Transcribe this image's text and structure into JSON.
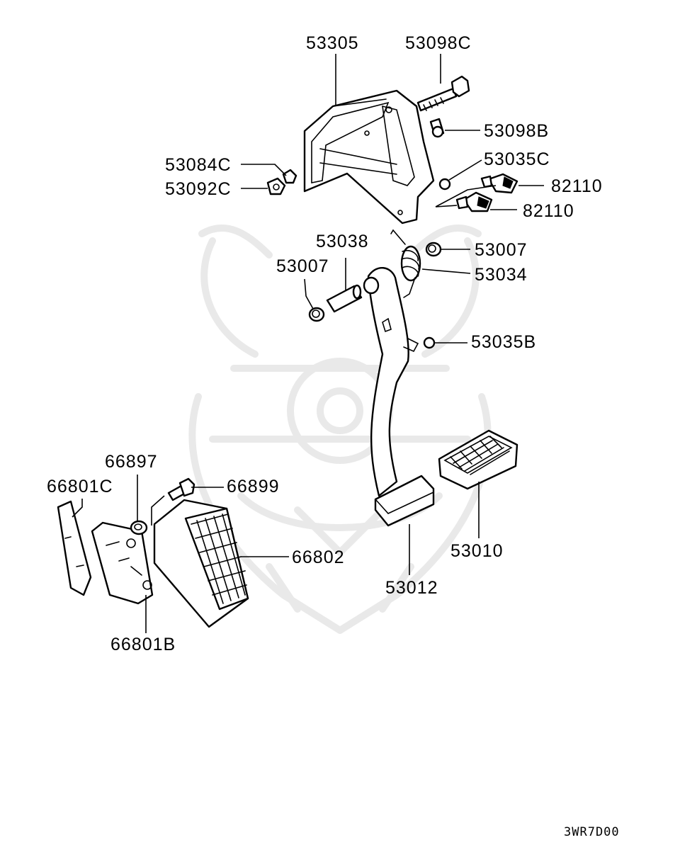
{
  "labels": {
    "p53305": "53305",
    "p53098C": "53098C",
    "p53098B": "53098B",
    "p53084C": "53084C",
    "p53092C": "53092C",
    "p53035C": "53035C",
    "p82110a": "82110",
    "p82110b": "82110",
    "p53038": "53038",
    "p53007a": "53007",
    "p53007b": "53007",
    "p53034": "53034",
    "p53035B": "53035B",
    "p66897": "66897",
    "p66801C": "66801C",
    "p66899": "66899",
    "p66802": "66802",
    "p53010": "53010",
    "p53012": "53012",
    "p66801B": "66801B"
  },
  "diagram_code": "3WR7D00",
  "colors": {
    "line": "#000000",
    "watermark": "#e9e9e9",
    "background": "#ffffff"
  }
}
